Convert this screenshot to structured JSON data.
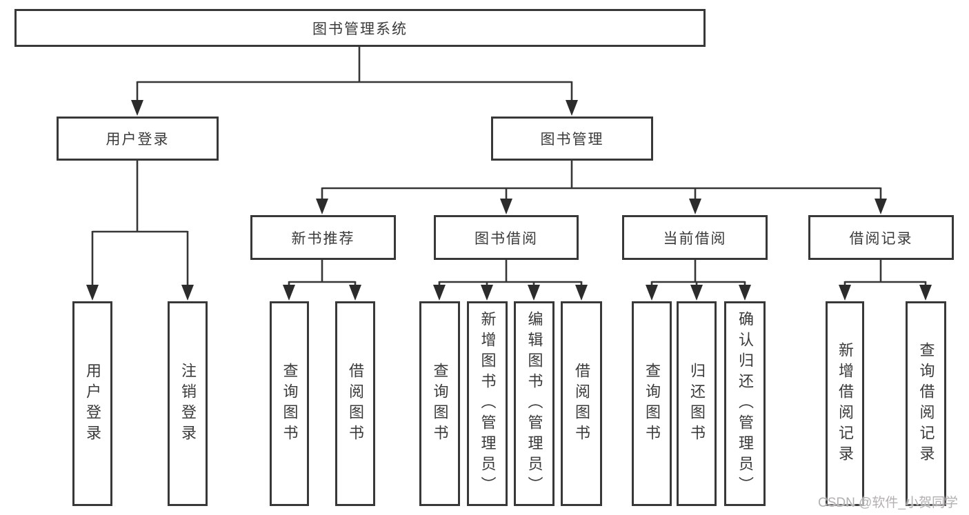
{
  "diagram": {
    "title": "图书管理系统",
    "watermark": "CSDN @软件_小贺同学",
    "level2": [
      {
        "label": "用户登录",
        "children": [
          {
            "label": "用户登录"
          },
          {
            "label": "注销登录"
          }
        ]
      },
      {
        "label": "图书管理"
      }
    ],
    "level3": [
      {
        "label": "新书推荐",
        "children": [
          {
            "label": "查询图书"
          },
          {
            "label": "借阅图书"
          }
        ]
      },
      {
        "label": "图书借阅",
        "children": [
          {
            "label": "查询图书"
          },
          {
            "label": "新增图书（管理员）"
          },
          {
            "label": "编辑图书（管理员）"
          },
          {
            "label": "借阅图书"
          }
        ]
      },
      {
        "label": "当前借阅",
        "children": [
          {
            "label": "查询图书"
          },
          {
            "label": "归还图书"
          },
          {
            "label": "确认归还（管理员）"
          }
        ]
      },
      {
        "label": "借阅记录",
        "children": [
          {
            "label": "新增借阅记录"
          },
          {
            "label": "查询借阅记录"
          }
        ]
      }
    ],
    "colors": {
      "line": "#363636",
      "arrow": "#2c2c2c",
      "border": "#383838",
      "text": "#3a3a3a",
      "watermark": "#b2b0b0"
    }
  }
}
